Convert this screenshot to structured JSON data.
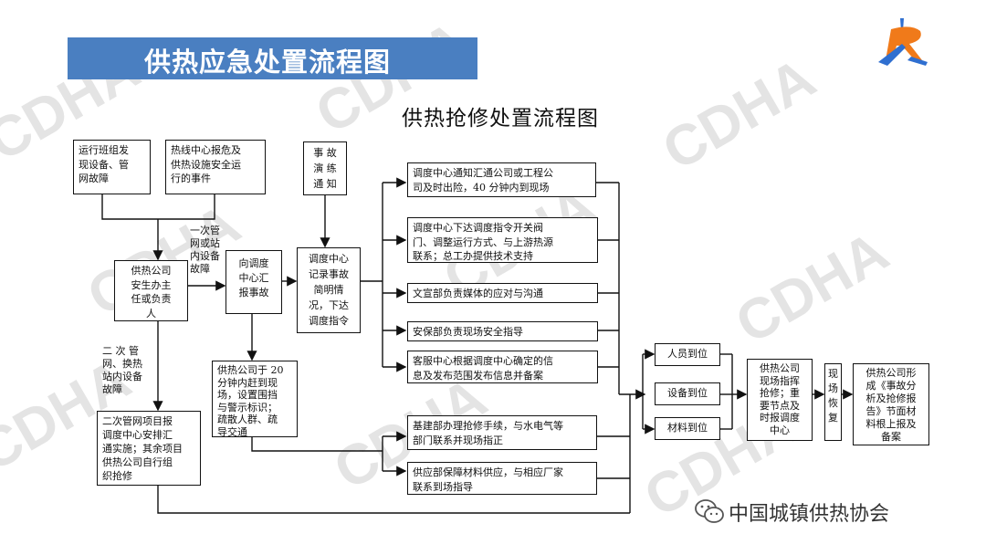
{
  "banner": {
    "title": "供热应急处置流程图"
  },
  "diagram": {
    "title": "供热抢修处置流程图",
    "nodes": {
      "n1": "运行班组发\n现设备、管\n网故障",
      "n2": "热线中心报危及\n供热设施安全运\n行的事件",
      "n3": "事 故\n演 练\n通 知",
      "n4": "供热公司\n安生办主\n任或负责\n人",
      "n5": "向调度\n中心汇\n报事故",
      "n6": "调度中心\n记录事故\n简明情\n况，下达\n调度指令",
      "n7": "调度中心通知汇通公司或工程公\n司及时出险，40 分钟内到现场",
      "n8": "调度中心下达调度指令开关阀\n门、调整运行方式、与上游热源\n联系；总工办提供技术支持",
      "n9": "文宣部负责媒体的应对与沟通",
      "n10": "安保部负责现场安全指导",
      "n11": "客服中心根据调度中心确定的信\n息及发布范围发布信息并备案",
      "n12": "供热公司于 20\n分钟内赶到现\n场，设置围挡\n与警示标识；\n疏散人群、疏\n导交通",
      "n13": "二次管网项目报\n调度中心安排汇\n通实施；其余项目\n供热公司自行组\n织抢修",
      "n14": "基建部办理抢修手续，与水电气等\n部门联系并现场指正",
      "n15": "供应部保障材料供应，与相应厂家\n联系到场指导",
      "n16": "人员到位",
      "n17": "设备到位",
      "n18": "材料到位",
      "n19": "供热公司\n现场指挥\n抢修；重\n要节点及\n时报调度\n中心",
      "n20": "现\n场\n恢\n复",
      "n21": "供热公司形\n成《事故分\n析及抢修报\n告》节面材\n料根上报及\n备案"
    },
    "labels": {
      "l1": "一次管\n网或站\n内设备\n故障",
      "l2": "二 次 管\n网、换热\n站内设备\n故障"
    }
  },
  "watermark": "CDHA",
  "footer": {
    "text": "中国城镇供热协会"
  },
  "colors": {
    "banner": "#4a7fc1",
    "logo_blue": "#2f6fd0",
    "logo_orange": "#f07a1a"
  }
}
